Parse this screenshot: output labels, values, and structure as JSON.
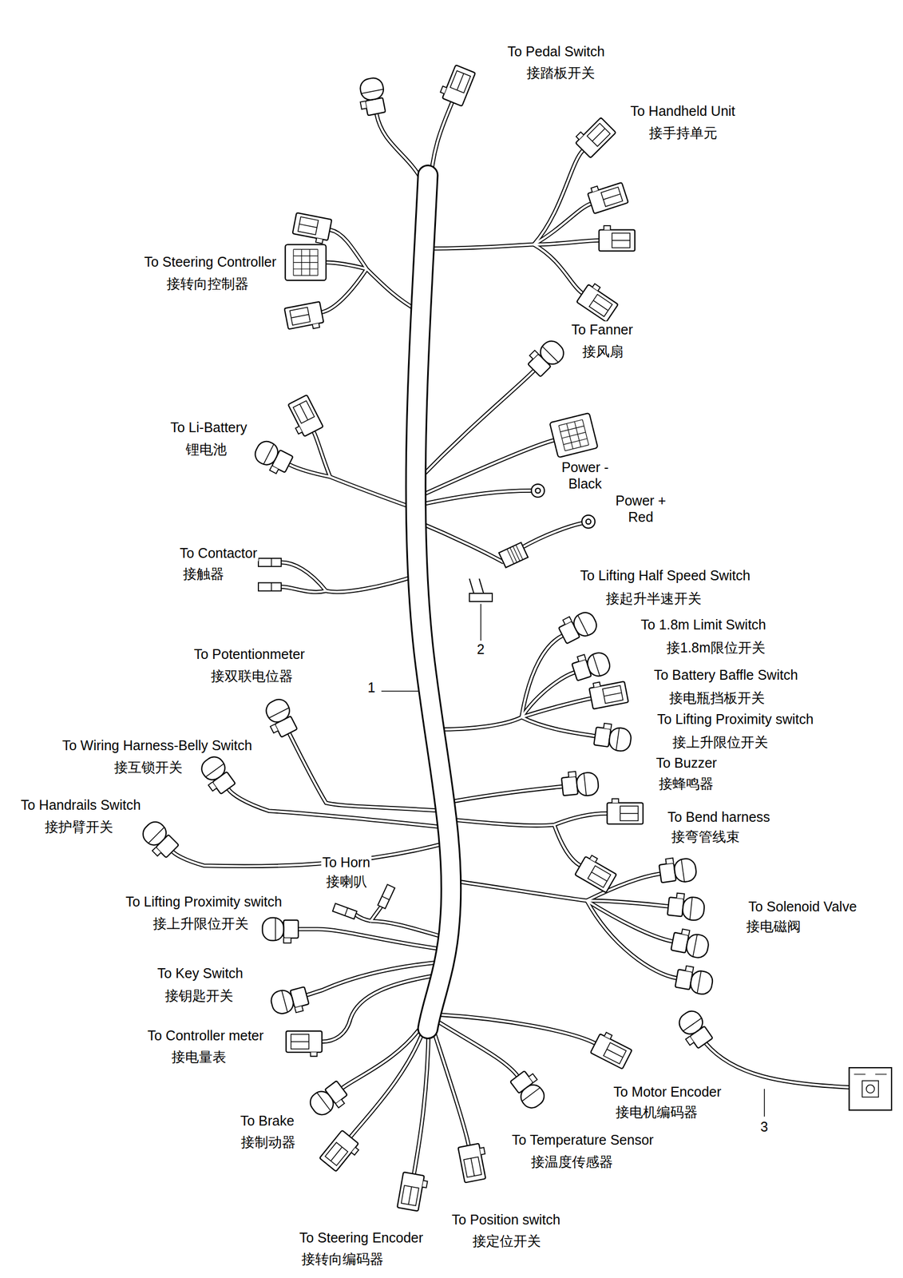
{
  "diagram": {
    "labels": [
      "To Pedal Switch",
      "接踏板开关",
      "To Handheld Unit",
      "接手持单元",
      "To Steering Controller",
      "接转向控制器",
      "To Fanner",
      "接风扇",
      "To Li-Battery",
      "锂电池",
      "Power - Black",
      "Power + Red",
      "To Contactor",
      "接触器",
      "To Lifting Half Speed Switch",
      "接起升半速开关",
      "2",
      "To 1.8m Limit Switch",
      "接1.8m限位开关",
      "To Battery Baffle Switch",
      "接电瓶挡板开关",
      "To Lifting Proximity switch",
      "接上升限位开关",
      "To Buzzer",
      "接蜂鸣器",
      "To Potentionmeter",
      "接双联电位器",
      "1",
      "To Wiring Harness-Belly Switch",
      "接互锁开关",
      "To Bend harness",
      "接弯管线束",
      "To Handrails Switch",
      "接护臂开关",
      "To Horn",
      "接喇叭",
      "To Solenoid Valve",
      "接电磁阀",
      "To Lifting Proximity switch",
      "接上升限位开关",
      "To Key Switch",
      "接钥匙开关",
      "To Controller meter",
      "接电量表",
      "To Motor Encoder",
      "接电机编码器",
      "To Brake",
      "接制动器",
      "3",
      "To Temperature Sensor",
      "接温度传感器",
      "To Position switch",
      "接定位开关",
      "To Steering Encoder",
      "接转向编码器"
    ]
  }
}
